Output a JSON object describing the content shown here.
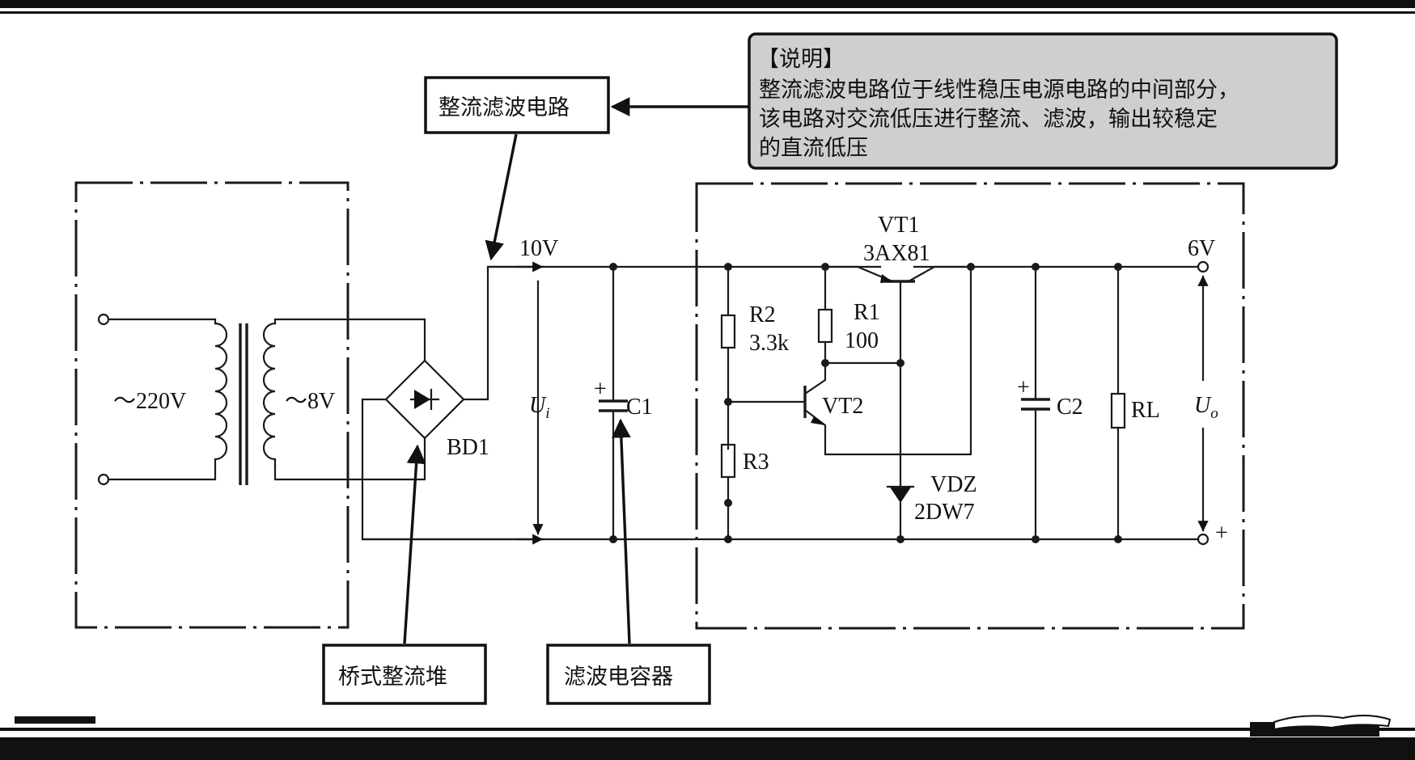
{
  "page": {
    "note": {
      "title": "【说明】",
      "lines": [
        "整流滤波电路位于线性稳压电源电路的中间部分，",
        "该电路对交流低压进行整流、滤波，输出较稳定",
        "的直流低压"
      ]
    },
    "callouts": {
      "rectifier_filter": "整流滤波电路",
      "bridge": "桥式整流堆",
      "filter_cap": "滤波电容器"
    },
    "labels": {
      "in_voltage": "～220V",
      "sec_voltage": "～8V",
      "bd1": "BD1",
      "v10": "10V",
      "ui_main": "U",
      "ui_sub": "i",
      "c1": "C1",
      "r2_name": "R2",
      "r2_val": "3.3k",
      "r1_name": "R1",
      "r1_val": "100",
      "r3": "R3",
      "vt1_name": "VT1",
      "vt1_part": "3AX81",
      "vt2": "VT2",
      "vdz_name": "VDZ",
      "vdz_part": "2DW7",
      "c2": "C2",
      "rl": "RL",
      "v6": "6V",
      "uo_main": "U",
      "uo_sub": "o",
      "plus_out": "+",
      "c1_plus": "+",
      "c2_plus": "+"
    }
  }
}
